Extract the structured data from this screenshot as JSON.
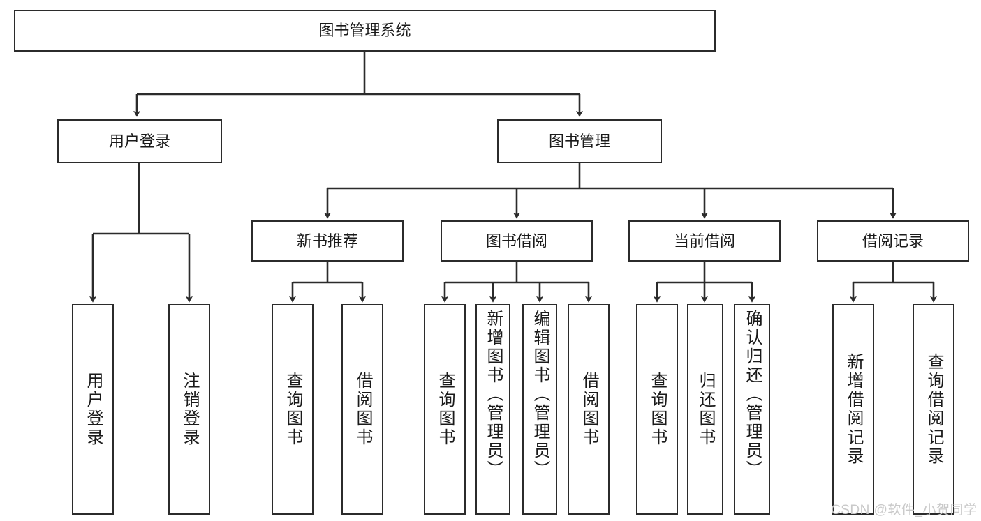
{
  "diagram": {
    "title_node": {
      "label": "图书管理系统"
    },
    "level2": [
      {
        "label": "用户登录"
      },
      {
        "label": "图书管理"
      }
    ],
    "level3": [
      {
        "label": "新书推荐"
      },
      {
        "label": "图书借阅"
      },
      {
        "label": "当前借阅"
      },
      {
        "label": "借阅记录"
      }
    ],
    "leaves": [
      {
        "label": "用户登录"
      },
      {
        "label": "注销登录"
      },
      {
        "label": "查询图书"
      },
      {
        "label": "借阅图书"
      },
      {
        "label": "查询图书"
      },
      {
        "label": "新增图书（管理员）"
      },
      {
        "label": "编辑图书（管理员）"
      },
      {
        "label": "借阅图书"
      },
      {
        "label": "查询图书"
      },
      {
        "label": "归还图书"
      },
      {
        "label": "确认归还（管理员）"
      },
      {
        "label": "新增借阅记录"
      },
      {
        "label": "查询借阅记录"
      }
    ]
  },
  "watermark": {
    "text": "CSDN @软件_小贺同学"
  },
  "colors": {
    "stroke": "#2b2b2b",
    "background": "#ffffff",
    "text": "#1a1a1a",
    "watermark": "#c9c9c9"
  }
}
